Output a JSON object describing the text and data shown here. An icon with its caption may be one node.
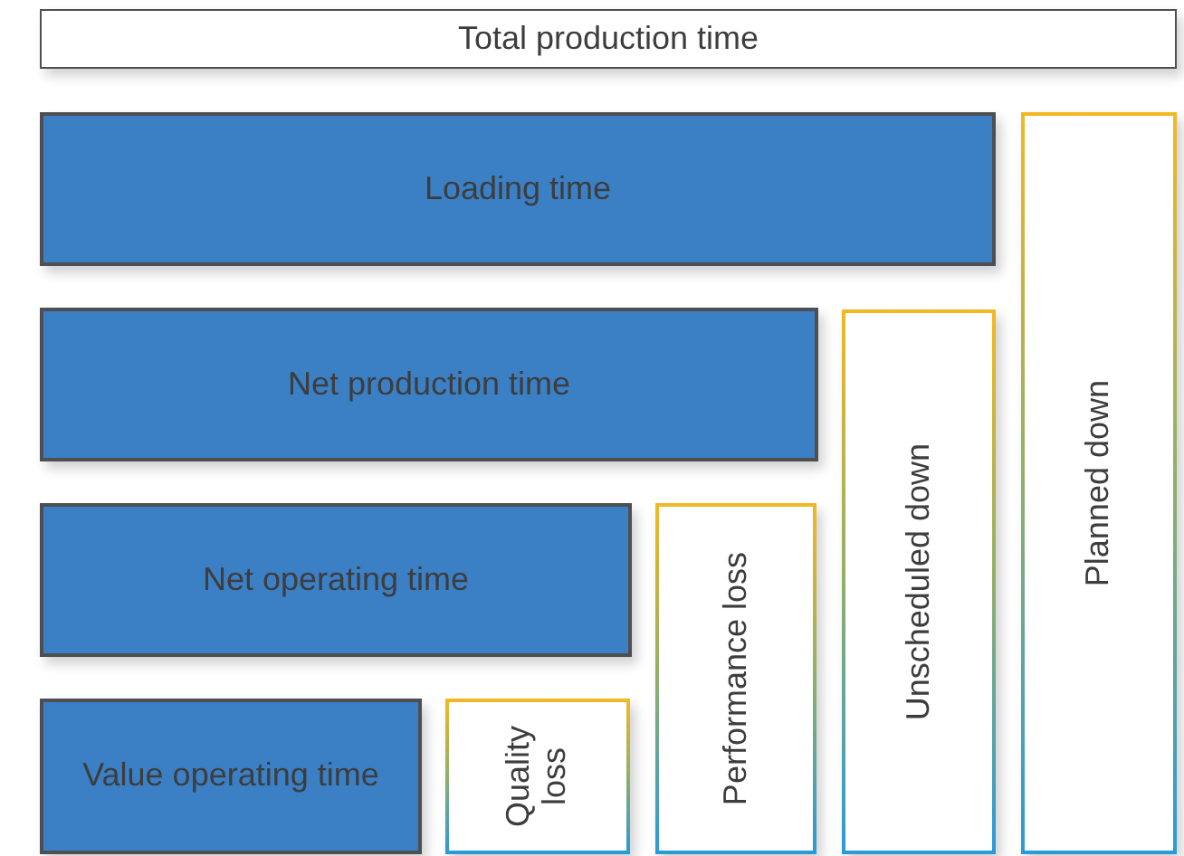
{
  "diagram": {
    "nodes": [
      {
        "text": [
          "Total production time"
        ]
      },
      {
        "text": [
          "Loading time"
        ]
      },
      {
        "text": [
          "Net production time"
        ]
      },
      {
        "text": [
          "Net operating time"
        ]
      },
      {
        "text": [
          "Value operating time"
        ]
      },
      {
        "text": [
          "Quality loss"
        ]
      },
      {
        "text": [
          "Performance loss"
        ]
      },
      {
        "text": [
          "Unscheduled down"
        ]
      },
      {
        "text": [
          "Planned down"
        ]
      }
    ]
  }
}
